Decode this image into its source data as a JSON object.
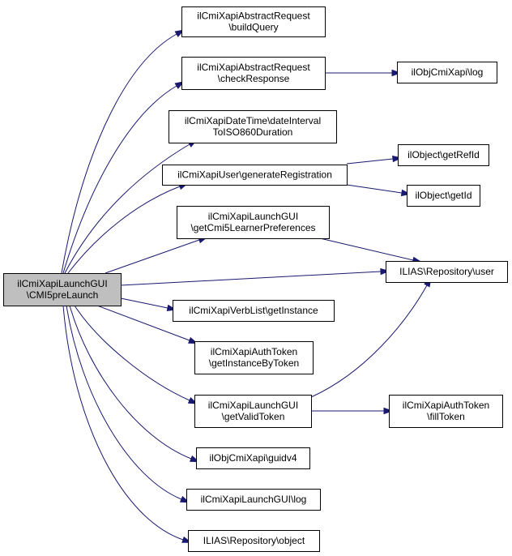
{
  "diagram": {
    "type": "call-graph",
    "colors": {
      "edge": "#191970",
      "root_fill": "#bfbfbf",
      "node_fill": "#ffffff",
      "node_border": "#000000"
    },
    "nodes": [
      {
        "id": "root",
        "lines": [
          "ilCmiXapiLaunchGUI",
          "\\CMI5preLaunch"
        ],
        "root": true
      },
      {
        "id": "buildQuery",
        "lines": [
          "ilCmiXapiAbstractRequest",
          "\\buildQuery"
        ]
      },
      {
        "id": "checkResponse",
        "lines": [
          "ilCmiXapiAbstractRequest",
          "\\checkResponse"
        ]
      },
      {
        "id": "objLog",
        "lines": [
          "ilObjCmiXapi\\log"
        ]
      },
      {
        "id": "dateInterval",
        "lines": [
          "ilCmiXapiDateTime\\dateInterval",
          "ToISO860Duration"
        ]
      },
      {
        "id": "generateRegistration",
        "lines": [
          "ilCmiXapiUser\\generateRegistration"
        ]
      },
      {
        "id": "getRefId",
        "lines": [
          "ilObject\\getRefId"
        ]
      },
      {
        "id": "getId",
        "lines": [
          "ilObject\\getId"
        ]
      },
      {
        "id": "getCmi5LearnerPreferences",
        "lines": [
          "ilCmiXapiLaunchGUI",
          "\\getCmi5LearnerPreferences"
        ]
      },
      {
        "id": "repoUser",
        "lines": [
          "ILIAS\\Repository\\user"
        ]
      },
      {
        "id": "verbList",
        "lines": [
          "ilCmiXapiVerbList\\getInstance"
        ]
      },
      {
        "id": "getInstanceByToken",
        "lines": [
          "ilCmiXapiAuthToken",
          "\\getInstanceByToken"
        ]
      },
      {
        "id": "getValidToken",
        "lines": [
          "ilCmiXapiLaunchGUI",
          "\\getValidToken"
        ]
      },
      {
        "id": "fillToken",
        "lines": [
          "ilCmiXapiAuthToken",
          "\\fillToken"
        ]
      },
      {
        "id": "guidv4",
        "lines": [
          "ilObjCmiXapi\\guidv4"
        ]
      },
      {
        "id": "launchLog",
        "lines": [
          "ilCmiXapiLaunchGUI\\log"
        ]
      },
      {
        "id": "repoObject",
        "lines": [
          "ILIAS\\Repository\\object"
        ]
      }
    ],
    "edges": [
      {
        "from": "root",
        "to": "buildQuery"
      },
      {
        "from": "root",
        "to": "checkResponse"
      },
      {
        "from": "checkResponse",
        "to": "objLog"
      },
      {
        "from": "root",
        "to": "dateInterval"
      },
      {
        "from": "root",
        "to": "generateRegistration"
      },
      {
        "from": "generateRegistration",
        "to": "getRefId"
      },
      {
        "from": "generateRegistration",
        "to": "getId"
      },
      {
        "from": "root",
        "to": "getCmi5LearnerPreferences"
      },
      {
        "from": "getCmi5LearnerPreferences",
        "to": "repoUser"
      },
      {
        "from": "root",
        "to": "repoUser"
      },
      {
        "from": "root",
        "to": "verbList"
      },
      {
        "from": "root",
        "to": "getInstanceByToken"
      },
      {
        "from": "root",
        "to": "getValidToken"
      },
      {
        "from": "getValidToken",
        "to": "repoUser"
      },
      {
        "from": "getValidToken",
        "to": "fillToken"
      },
      {
        "from": "root",
        "to": "guidv4"
      },
      {
        "from": "root",
        "to": "launchLog"
      },
      {
        "from": "root",
        "to": "repoObject"
      }
    ]
  }
}
